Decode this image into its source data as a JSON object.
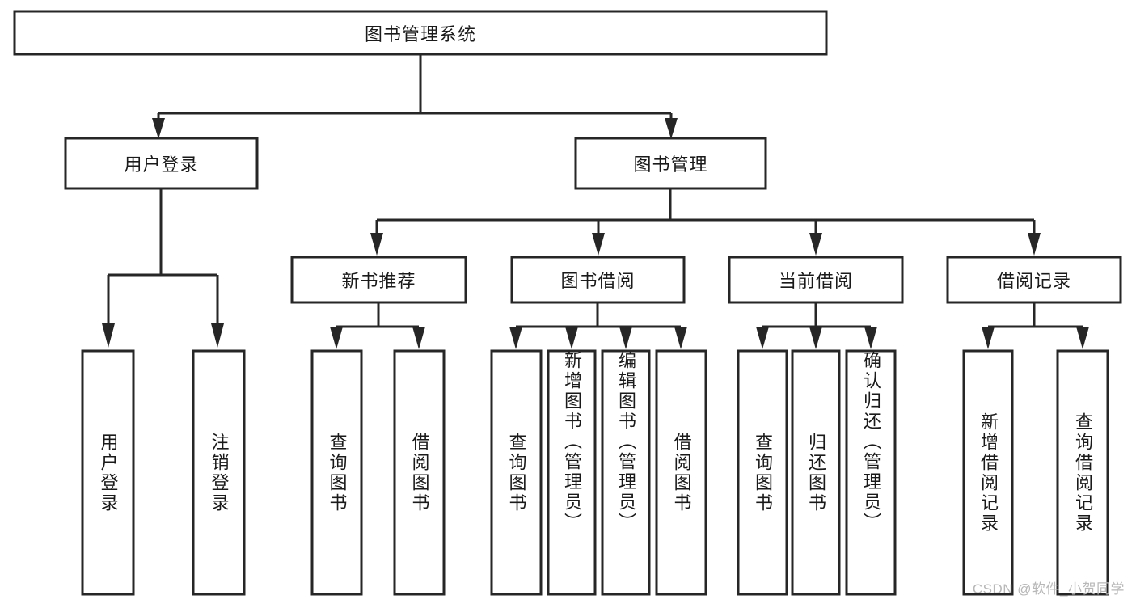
{
  "diagram": {
    "type": "hierarchy-tree",
    "title": "图书管理系统",
    "root": {
      "id": "root",
      "label": "图书管理系统"
    },
    "level2": [
      {
        "id": "user-login",
        "label": "用户登录"
      },
      {
        "id": "book-manage",
        "label": "图书管理"
      }
    ],
    "level3": [
      {
        "id": "new-book-recommend",
        "label": "新书推荐",
        "parent": "book-manage"
      },
      {
        "id": "book-borrow",
        "label": "图书借阅",
        "parent": "book-manage"
      },
      {
        "id": "current-borrow",
        "label": "当前借阅",
        "parent": "book-manage"
      },
      {
        "id": "borrow-record",
        "label": "借阅记录",
        "parent": "book-manage"
      }
    ],
    "leaves": {
      "user_login": [
        {
          "id": "leaf-user-login",
          "label": "用户登录"
        },
        {
          "id": "leaf-logout",
          "label": "注销登录"
        }
      ],
      "new_book_recommend": [
        {
          "id": "leaf-query-book-1",
          "label": "查询图书"
        },
        {
          "id": "leaf-borrow-book-1",
          "label": "借阅图书"
        }
      ],
      "book_borrow": [
        {
          "id": "leaf-query-book-2",
          "label": "查询图书"
        },
        {
          "id": "leaf-add-book",
          "label": "新增图书（管理员）"
        },
        {
          "id": "leaf-edit-book",
          "label": "编辑图书（管理员）"
        },
        {
          "id": "leaf-borrow-book-2",
          "label": "借阅图书"
        }
      ],
      "current_borrow": [
        {
          "id": "leaf-query-book-3",
          "label": "查询图书"
        },
        {
          "id": "leaf-return-book",
          "label": "归还图书"
        },
        {
          "id": "leaf-confirm-return",
          "label": "确认归还（管理员）"
        }
      ],
      "borrow_record": [
        {
          "id": "leaf-add-record",
          "label": "新增借阅记录"
        },
        {
          "id": "leaf-query-record",
          "label": "查询借阅记录"
        }
      ]
    },
    "colors": {
      "box_stroke": "#262626",
      "box_fill": "#ffffff",
      "text": "#1a1a1a",
      "background": "#ffffff",
      "watermark": "#b8b8b8"
    }
  },
  "watermark": {
    "text": "CSDN @软件_小贺同学"
  }
}
